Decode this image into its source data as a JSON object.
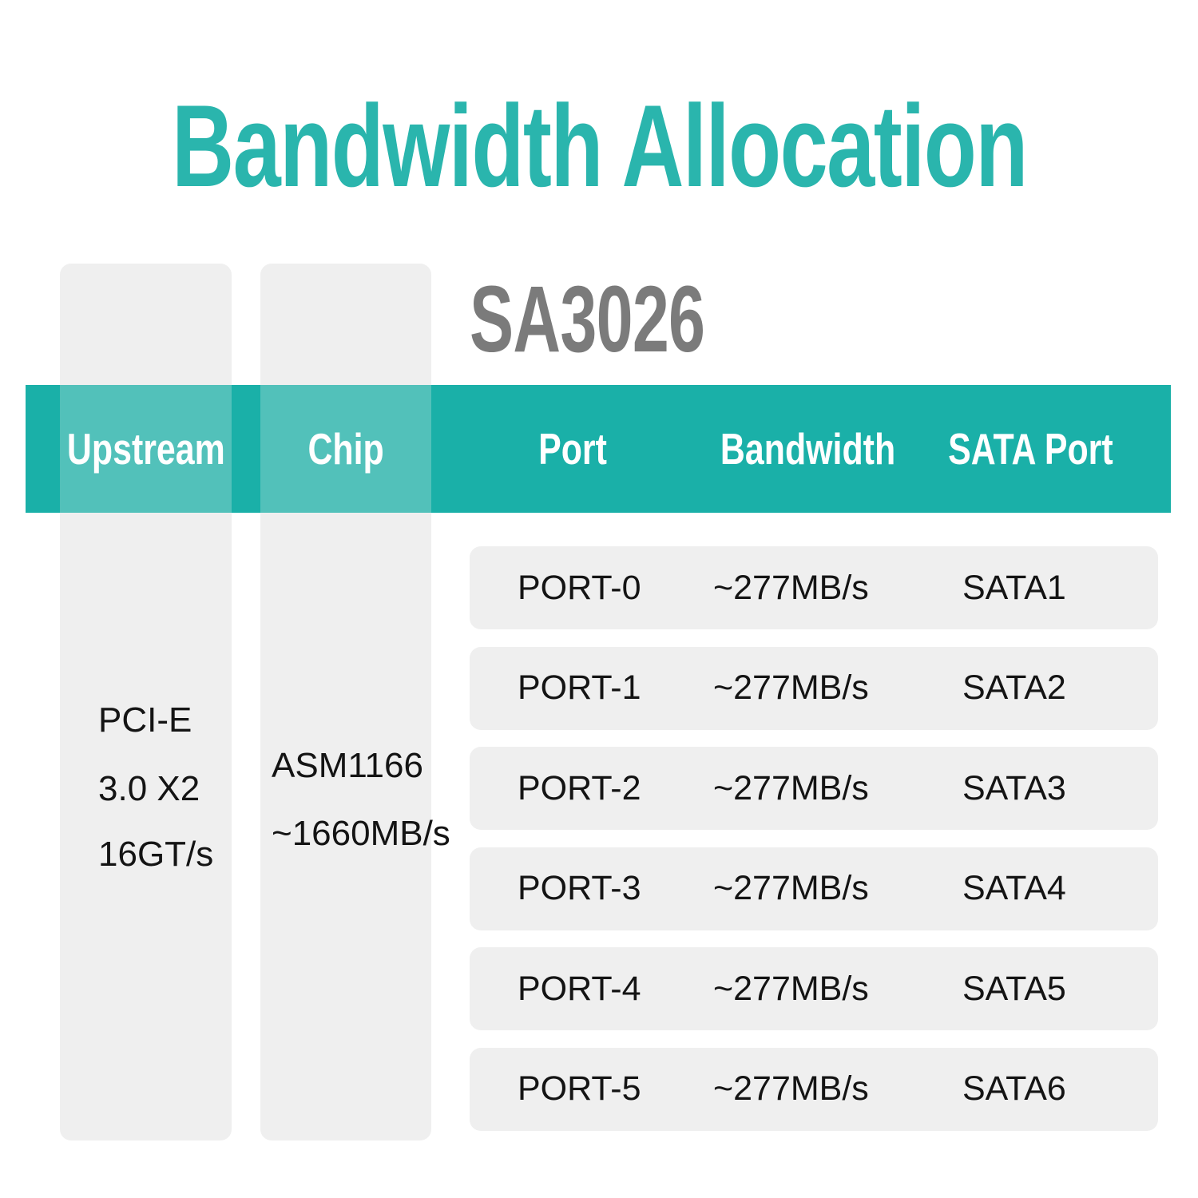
{
  "title": "Bandwidth Allocation",
  "product_model": "SA3026",
  "colors": {
    "title_teal": "#2AB5AD",
    "accent_teal": "#1AB0A8",
    "overlap_teal": "#52C1BA",
    "panel_gray": "#EFEFEF",
    "product_gray": "#7B7B7B",
    "header_text": "#FFFFFF",
    "text_dark": "#141414"
  },
  "table": {
    "headers": {
      "upstream": "Upstream",
      "chip": "Chip",
      "port": "Port",
      "bandwidth": "Bandwidth",
      "sata_port": "SATA Port"
    },
    "upstream_lines": [
      "PCI-E",
      "3.0 X2",
      "16GT/s"
    ],
    "chip_lines": [
      "ASM1166",
      "~1660MB/s"
    ],
    "rows": [
      {
        "port": "PORT-0",
        "bandwidth": "~277MB/s",
        "sata_port": "SATA1"
      },
      {
        "port": "PORT-1",
        "bandwidth": "~277MB/s",
        "sata_port": "SATA2"
      },
      {
        "port": "PORT-2",
        "bandwidth": "~277MB/s",
        "sata_port": "SATA3"
      },
      {
        "port": "PORT-3",
        "bandwidth": "~277MB/s",
        "sata_port": "SATA4"
      },
      {
        "port": "PORT-4",
        "bandwidth": "~277MB/s",
        "sata_port": "SATA5"
      },
      {
        "port": "PORT-5",
        "bandwidth": "~277MB/s",
        "sata_port": "SATA6"
      }
    ]
  }
}
